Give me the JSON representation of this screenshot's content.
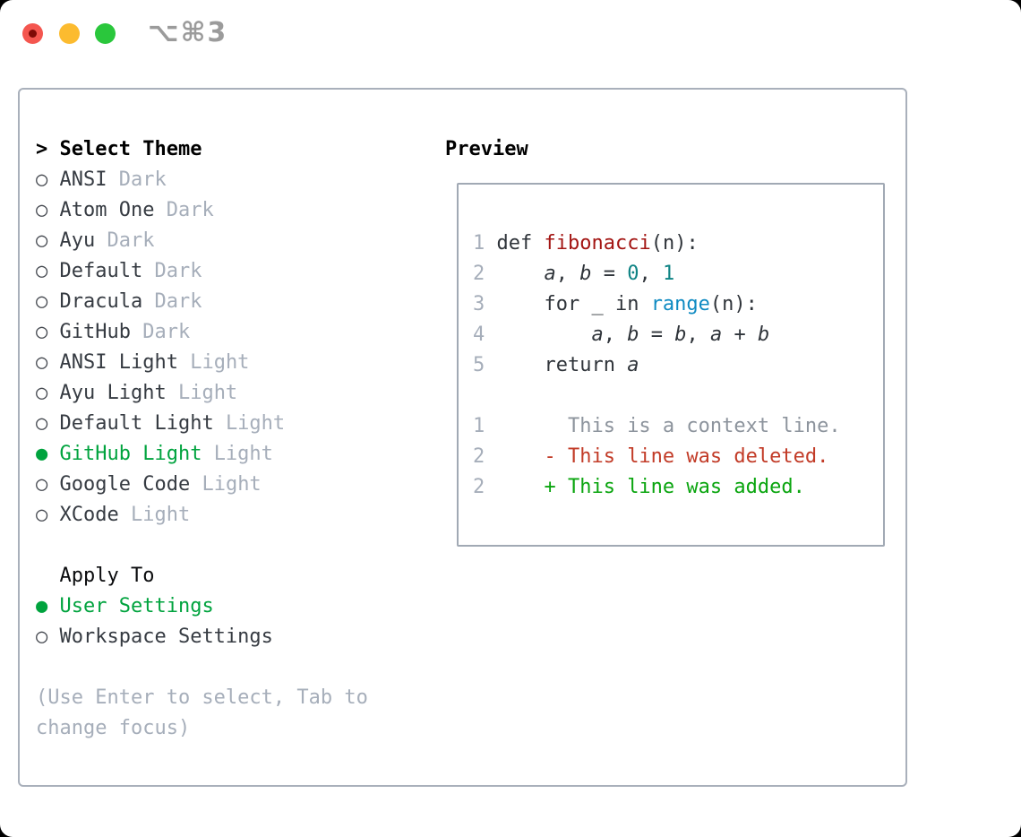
{
  "window": {
    "title": "⌥⌘3",
    "traffic_lights": [
      {
        "name": "close",
        "color": "#f4564f"
      },
      {
        "name": "minimize",
        "color": "#fcbb2f"
      },
      {
        "name": "zoom",
        "color": "#2ac73c"
      }
    ]
  },
  "theme_menu": {
    "prompt": ">",
    "heading": "Select Theme",
    "radio_unselected_icon": "○",
    "radio_selected_icon": "●",
    "items": [
      {
        "name": "ANSI",
        "variant": "Dark",
        "selected": false
      },
      {
        "name": "Atom One",
        "variant": "Dark",
        "selected": false
      },
      {
        "name": "Ayu",
        "variant": "Dark",
        "selected": false
      },
      {
        "name": "Default",
        "variant": "Dark",
        "selected": false
      },
      {
        "name": "Dracula",
        "variant": "Dark",
        "selected": false
      },
      {
        "name": "GitHub",
        "variant": "Dark",
        "selected": false
      },
      {
        "name": "ANSI Light",
        "variant": "Light",
        "selected": false
      },
      {
        "name": "Ayu Light",
        "variant": "Light",
        "selected": false
      },
      {
        "name": "Default Light",
        "variant": "Light",
        "selected": false
      },
      {
        "name": "GitHub Light",
        "variant": "Light",
        "selected": true
      },
      {
        "name": "Google Code",
        "variant": "Light",
        "selected": false
      },
      {
        "name": "XCode",
        "variant": "Light",
        "selected": false
      }
    ]
  },
  "apply_to": {
    "heading": "Apply To",
    "options": [
      {
        "name": "User Settings",
        "selected": true
      },
      {
        "name": "Workspace Settings",
        "selected": false
      }
    ]
  },
  "hint_lines": [
    "(Use Enter to select, Tab to",
    "change focus)"
  ],
  "preview": {
    "heading": "Preview",
    "lines": [
      [
        [
          "gutter",
          "1 "
        ],
        [
          "code",
          "def "
        ],
        [
          "func",
          "fibonacci"
        ],
        [
          "code",
          "(n):"
        ]
      ],
      [
        [
          "gutter",
          "2 "
        ],
        [
          "code",
          "    "
        ],
        [
          "var",
          "a"
        ],
        [
          "code",
          ", "
        ],
        [
          "var",
          "b"
        ],
        [
          "code",
          " = "
        ],
        [
          "numlit",
          "0"
        ],
        [
          "code",
          ", "
        ],
        [
          "numlit",
          "1"
        ]
      ],
      [
        [
          "gutter",
          "3 "
        ],
        [
          "code",
          "    for _ in "
        ],
        [
          "builtin",
          "range"
        ],
        [
          "code",
          "(n):"
        ]
      ],
      [
        [
          "gutter",
          "4 "
        ],
        [
          "code",
          "        "
        ],
        [
          "var",
          "a"
        ],
        [
          "code",
          ", "
        ],
        [
          "var",
          "b"
        ],
        [
          "code",
          " = "
        ],
        [
          "var",
          "b"
        ],
        [
          "code",
          ", "
        ],
        [
          "var",
          "a"
        ],
        [
          "code",
          " + "
        ],
        [
          "var",
          "b"
        ]
      ],
      [
        [
          "gutter",
          "5 "
        ],
        [
          "code",
          "    return "
        ],
        [
          "var",
          "a"
        ]
      ],
      [],
      [
        [
          "gutter",
          "1"
        ],
        [
          "ctx",
          "       This is a context line."
        ]
      ],
      [
        [
          "gutter",
          "2"
        ],
        [
          "del",
          "     - This line was deleted."
        ]
      ],
      [
        [
          "gutter",
          "2"
        ],
        [
          "add",
          "     + This line was added."
        ]
      ]
    ]
  },
  "colors": {
    "selection_green": "#00a33e",
    "diff_added_green": "#0aa50f",
    "diff_deleted_red": "#c23b27",
    "function_red": "#a31513",
    "number_teal": "#0e8384",
    "builtin_blue": "#0e8ac2",
    "muted_gray": "#a6aeba",
    "context_gray": "#8d949d",
    "panel_border_gray": "#a9b0bb",
    "title_gray": "#9b9b9b"
  }
}
